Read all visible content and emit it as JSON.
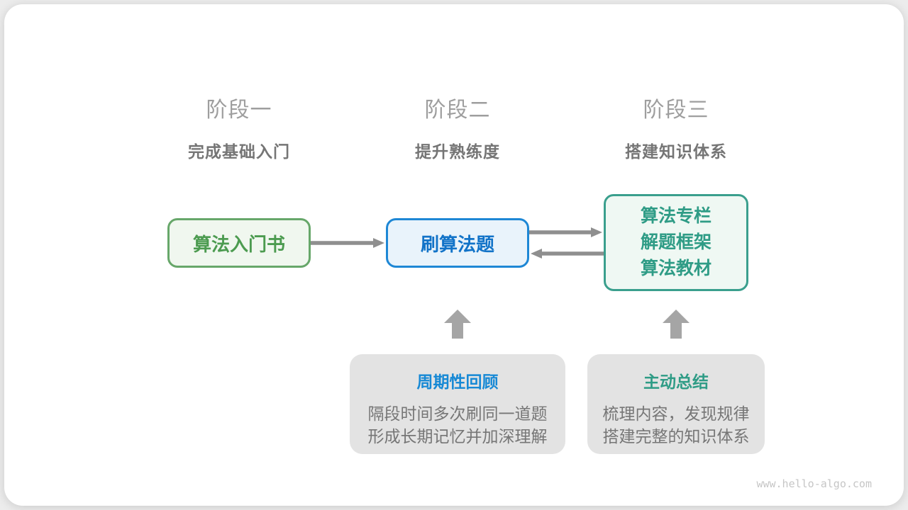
{
  "stages": [
    {
      "title": "阶段一",
      "subtitle": "完成基础入门"
    },
    {
      "title": "阶段二",
      "subtitle": "提升熟练度"
    },
    {
      "title": "阶段三",
      "subtitle": "搭建知识体系"
    }
  ],
  "nodes": {
    "intro_book": {
      "label": "算法入门书"
    },
    "practice": {
      "label": "刷算法题"
    },
    "resources": {
      "lines": [
        "算法专栏",
        "解题框架",
        "算法教材"
      ]
    }
  },
  "notes": {
    "review": {
      "title": "周期性回顾",
      "line1": "隔段时间多次刷同一道题",
      "line2": "形成长期记忆并加深理解"
    },
    "summarize": {
      "title": "主动总结",
      "line1": "梳理内容，发现规律",
      "line2": "搭建完整的知识体系"
    }
  },
  "watermark": "www.hello-algo.com",
  "icons": {
    "arrow_right": "arrow-right-icon",
    "arrow_left": "arrow-left-icon",
    "arrow_up": "arrow-up-icon"
  },
  "colors": {
    "stage_title": "#9e9e9e",
    "stage_subtitle": "#757575",
    "green_border": "#67a76a",
    "green_text": "#4c9b50",
    "green_bg": "#f0f7ef",
    "blue_border": "#1e87d5",
    "blue_text": "#1273c8",
    "blue_bg": "#e9f3fb",
    "teal_border": "#3a9f8d",
    "teal_text": "#2f9c86",
    "teal_bg": "#eff8f3",
    "note_bg": "#e3e3e3",
    "note_body_text": "#767676",
    "note_title_blue": "#1789d5",
    "note_title_teal": "#2f9c86",
    "arrow_gray": "#8f8f8f",
    "up_arrow_gray": "#a5a5a5",
    "card_bg": "#ffffff"
  }
}
